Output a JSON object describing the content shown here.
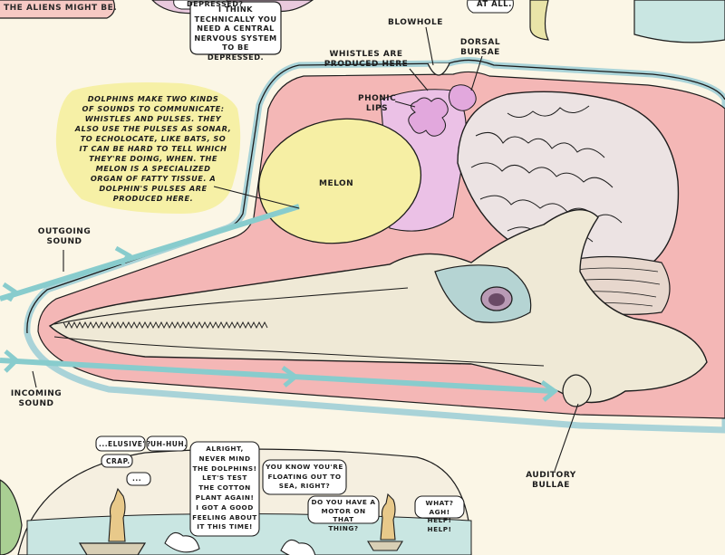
{
  "diagram": {
    "labels": {
      "blowhole": "BLOWHOLE",
      "dorsal_bursae": "DORSAL\nBURSAE",
      "whistles": "WHISTLES ARE\nPRODUCED HERE",
      "phonic_lips": "PHONIC\nLIPS",
      "melon": "MELON",
      "outgoing_sound": "OUTGOING\nSOUND",
      "incoming_sound": "INCOMING\nSOUND",
      "auditory_bullae": "AUDITORY\nBULLAE"
    },
    "yellow_note": "DOLPHINS MAKE TWO KINDS\nOF SOUNDS TO COMMUNICATE:\nWHISTLES AND PULSES. THEY\nALSO USE THE PULSES AS SONAR,\nTO ECHOLOCATE, LIKE BATS, SO\nIT CAN BE HARD TO TELL WHICH\nTHEY'RE DOING, WHEN. THE\nMELON IS A SPECIALIZED\nORGAN OF FATTY TISSUE. A\nDOLPHIN'S PULSES ARE\nPRODUCED HERE.",
    "top_fragments": {
      "aliens": "THE ALIENS MIGHT BE.",
      "depressed_partial": "DEPRESSED?",
      "at_all": "AT ALL.",
      "nervous_system": "I THINK\nTECHNICALLY YOU\nNEED A CENTRAL\nNERVOUS SYSTEM\nTO BE DEPRESSED."
    },
    "bottom_bubbles": {
      "elusive": "...ELUSIVE\"?",
      "uh_huh": "UH-HUH.",
      "crap": "CRAP.",
      "dots": "...",
      "never_mind": "ALRIGHT,\nNEVER MIND\nTHE DOLPHINS!\nLET'S TEST\nTHE COTTON\nPLANT AGAIN!\nI GOT A GOOD\nFEELING ABOUT\nIT THIS TIME!",
      "floating": "YOU KNOW YOU'RE\nFLOATING OUT TO\nSEA, RIGHT?",
      "motor": "DO YOU HAVE A\nMOTOR ON THAT\nTHING?",
      "help": "WHAT? AGH!\nHELP! HELP!"
    },
    "colors": {
      "background": "#fbf6e6",
      "skin_outline_blue": "#a9d3d8",
      "flesh_pink": "#f4b7b6",
      "melon_yellow": "#f6efa4",
      "note_yellow": "#f6f0a6",
      "nasal_pink": "#ebc1e6",
      "bone": "#efe9d6",
      "sound_arrow": "#88cccd",
      "water": "#c9e6e2"
    }
  }
}
